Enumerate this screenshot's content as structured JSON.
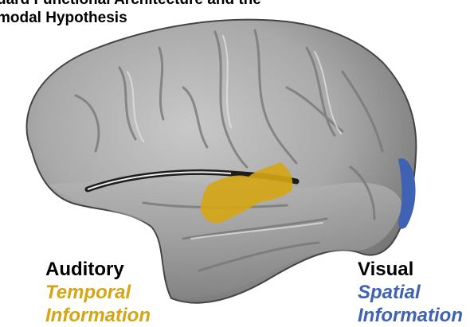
{
  "figure": {
    "title_line_1": "uard Functional Architecture and the",
    "title_line_2": "modal Hypothesis"
  },
  "regions": {
    "auditory": {
      "label": "Auditory",
      "info_type": "Temporal",
      "info_word": "Information",
      "color": "#d4a514"
    },
    "visual": {
      "label": "Visual",
      "info_type": "Spatial",
      "info_word": "Information",
      "color": "#3f62b3"
    }
  }
}
